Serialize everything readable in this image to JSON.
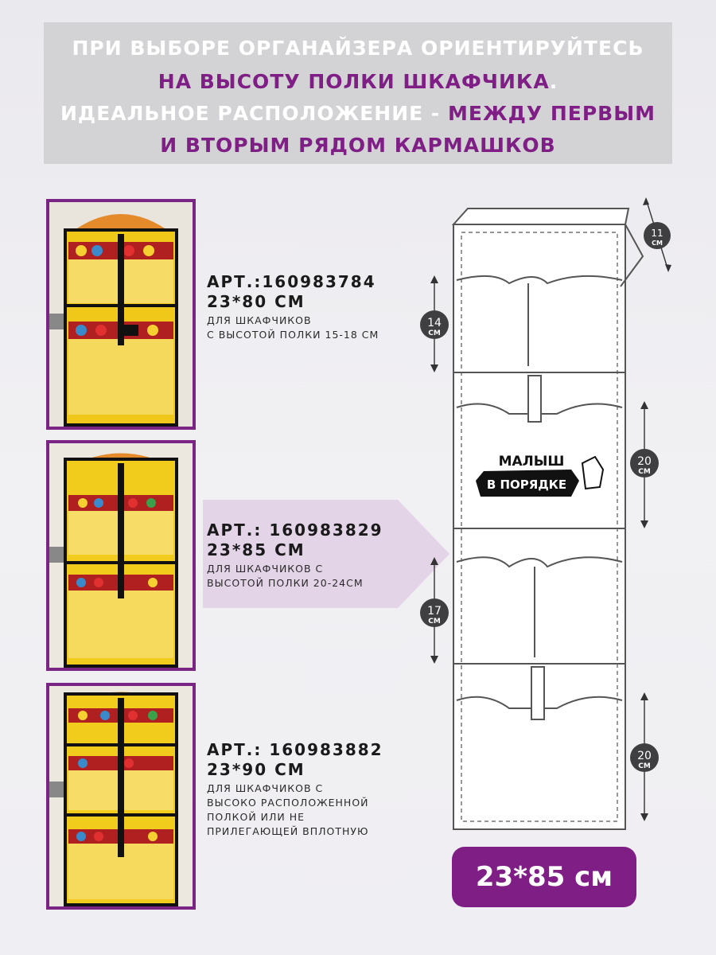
{
  "header": {
    "line1": "ПРИ ВЫБОРЕ ОРГАНАЙЗЕРА  ОРИЕНТИРУЙТЕСЬ",
    "line2": "НА ВЫСОТУ ПОЛКИ ШКАФЧИКА",
    "line2_dot": ".",
    "line3_white": "ИДЕАЛЬНОЕ РАСПОЛОЖЕНИЕ -",
    "line3_purple": "МЕЖДУ ПЕРВЫМ",
    "line4": "И ВТОРЫМ РЯДОМ КАРМАШКОВ"
  },
  "products": [
    {
      "art": "АРТ.:160983784",
      "size": "23*80 СМ",
      "desc": [
        "ДЛЯ ШКАФЧИКОВ",
        "С ВЫСОТОЙ ПОЛКИ 15-18 СМ"
      ]
    },
    {
      "art": "АРТ.: 160983829",
      "size": "23*85 СМ",
      "desc": [
        "ДЛЯ ШКАФЧИКОВ С",
        "ВЫСОТОЙ ПОЛКИ 20-24СМ"
      ]
    },
    {
      "art": "АРТ.: 160983882",
      "size": "23*90 СМ",
      "desc": [
        "ДЛЯ ШКАФЧИКОВ С",
        "ВЫСОКО РАСПОЛОЖЕННОЙ",
        "ПОЛКОЙ ИЛИ НЕ",
        "ПРИЛЕГАЮЩЕЙ ВПЛОТНУЮ"
      ]
    }
  ],
  "diagram": {
    "dims": [
      {
        "num": "11",
        "unit": "СМ"
      },
      {
        "num": "14",
        "unit": "СМ"
      },
      {
        "num": "20",
        "unit": "СМ"
      },
      {
        "num": "17",
        "unit": "СМ"
      },
      {
        "num": "20",
        "unit": "СМ"
      }
    ],
    "logo_line1": "МАЛЫШ",
    "logo_line2": "В ПОРЯДКЕ"
  },
  "badge": "23*85 см",
  "colors": {
    "accent": "#7f1f86",
    "banner": "#d3d3d5",
    "yellow": "#f2cc1c",
    "arrow": "#e4d4e8"
  }
}
